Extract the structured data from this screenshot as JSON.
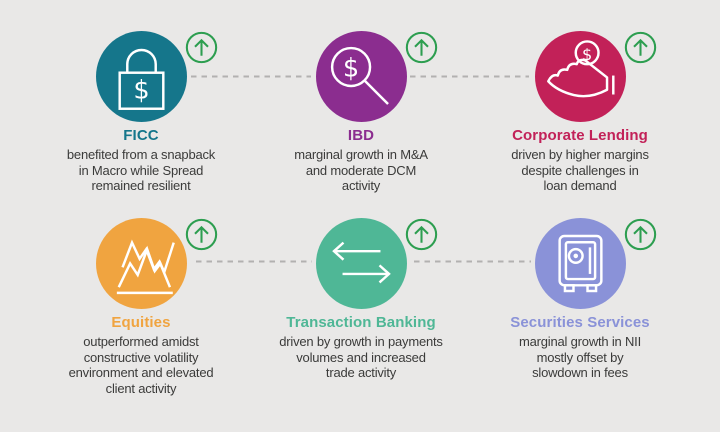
{
  "page": {
    "background": "#e9e8e7"
  },
  "theme": {
    "arrow_color": "#2d9e50",
    "connector_color": "#b2b1b0",
    "text_color": "#3b3b3a",
    "icon_stroke": "#ffffff"
  },
  "cards": [
    {
      "title": "FICC",
      "color": "#15768b",
      "icon": "lock-dollar-icon",
      "trend": "up",
      "description": "benefited from a snapback\nin Macro while Spread\nremained resilient"
    },
    {
      "title": "IBD",
      "color": "#8b2d8f",
      "icon": "magnifier-dollar-icon",
      "trend": "up",
      "description": "marginal growth in M&A\nand moderate DCM\nactivity"
    },
    {
      "title": "Corporate Lending",
      "color": "#c22158",
      "icon": "hand-coin-icon",
      "trend": "up",
      "description": "driven by higher margins\ndespite challenges in\nloan demand"
    },
    {
      "title": "Equities",
      "color": "#f0a440",
      "icon": "stock-chart-icon",
      "trend": "up",
      "description": "outperformed amidst\nconstructive volatility\nenvironment and elevated\nclient activity"
    },
    {
      "title": "Transaction Banking",
      "color": "#4fb796",
      "icon": "transfer-arrows-icon",
      "trend": "up",
      "description": "driven by growth in payments\nvolumes and increased\ntrade activity"
    },
    {
      "title": "Securities Services",
      "color": "#8a92d8",
      "icon": "safe-icon",
      "trend": "up",
      "description": "marginal growth in NII\nmostly offset by\nslowdown in fees"
    }
  ]
}
